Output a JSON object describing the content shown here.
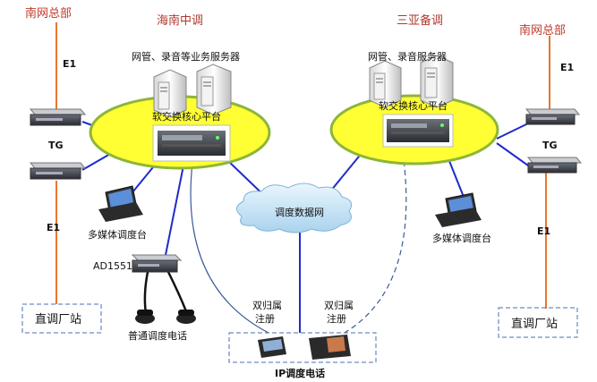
{
  "colors": {
    "hub_fill": "#ffff33",
    "hub_stroke": "#8db53a",
    "blue_link": "#1f2ccc",
    "e1_link": "#e8772e",
    "dashed_link": "#3a5a9a",
    "cloud": "#cfe7f5"
  },
  "labels": {
    "hq_left": "南网总部",
    "hq_right": "南网总部",
    "hainan_center": "海南中调",
    "sanya_backup": "三亚备调",
    "servers_left": "网管、录音等业务服务器",
    "servers_right": "网管、录音服务器",
    "core_left": "软交换核心平台",
    "core_right": "软交换核心平台",
    "e1_top_left": "E1",
    "e1_bottom_left": "E1",
    "e1_top_right": "E1",
    "e1_bottom_right": "E1",
    "tg_left": "TG",
    "tg_right": "TG",
    "cloud": "调度数据网",
    "multimedia_left": "多媒体调度台",
    "multimedia_right": "多媒体调度台",
    "ad1551": "AD1551",
    "ordinary_phone": "普通调度电话",
    "plant_left": "直调厂站",
    "plant_right": "直调厂站",
    "dual_left_1": "双归属",
    "dual_left_2": "注册",
    "dual_right_1": "双归属",
    "dual_right_2": "注册",
    "ip_phone": "IP调度电话"
  }
}
